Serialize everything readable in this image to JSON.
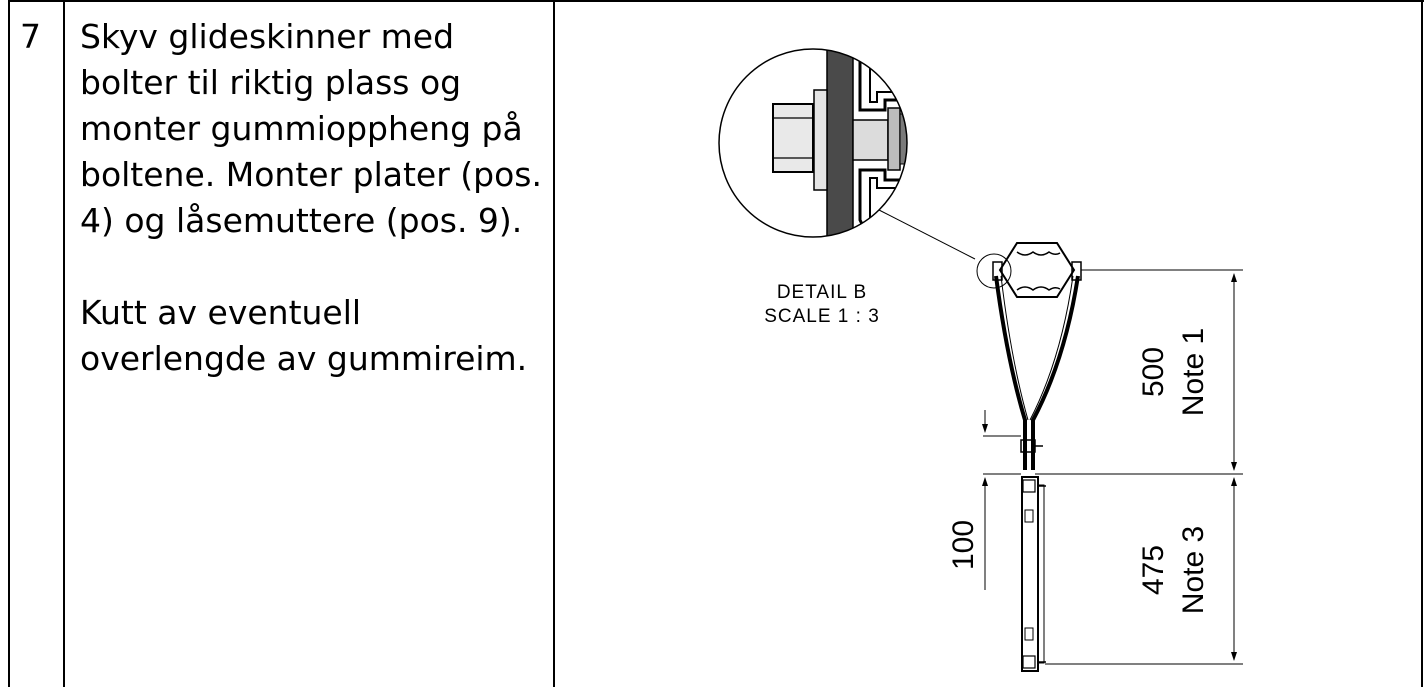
{
  "step": {
    "number": "7",
    "paragraphs": [
      "Skyv glideskinner med bolter til riktig plass og monter gummioppheng på boltene. Monter plater (pos. 4) og låsemuttere (pos. 9).",
      "Kutt av eventuell overlengde av gummireim."
    ]
  },
  "drawing": {
    "detail_title": "DETAIL B",
    "detail_scale": "SCALE 1 : 3",
    "dimensions": [
      {
        "value": "500",
        "note": "Note 1"
      },
      {
        "value": "100",
        "note": ""
      },
      {
        "value": "475",
        "note": "Note 3"
      }
    ]
  }
}
